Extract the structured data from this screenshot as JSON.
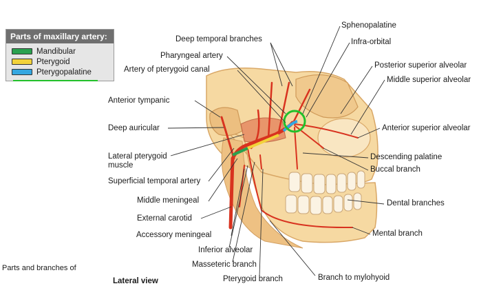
{
  "legend": {
    "title": "Parts of maxillary artery:",
    "items": [
      {
        "label": "Mandibular",
        "color": "#2aa14f"
      },
      {
        "label": "Pterygoid",
        "color": "#f2d23a"
      },
      {
        "label": "Pterygopalatine",
        "color": "#35a7e0"
      }
    ]
  },
  "labels": {
    "sphenopalatine": "Sphenopalatine",
    "deep_temporal": "Deep temporal branches",
    "infra_orbital": "Infra-orbital",
    "pharyngeal": "Pharyngeal artery",
    "posterior_superior_alveolar": "Posterior superior alveolar",
    "pterygoid_canal": "Artery of pterygoid canal",
    "middle_superior_alveolar": "Middle superior alveolar",
    "anterior_tympanic": "Anterior tympanic",
    "deep_auricular": "Deep auricular",
    "anterior_superior_alveolar": "Anterior superior alveolar",
    "lateral_pterygoid": "Lateral pterygoid muscle",
    "descending_palatine": "Descending palatine",
    "buccal": "Buccal branch",
    "superficial_temporal": "Superficial temporal artery",
    "middle_meningeal": "Middle meningeal",
    "dental": "Dental branches",
    "external_carotid": "External carotid",
    "accessory_meningeal": "Accessory meningeal",
    "mental": "Mental branch",
    "inferior_alveolar": "Inferior alveolar",
    "masseteric": "Masseteric branch",
    "pterygoid_branch": "Pterygoid branch",
    "mylohyoid": "Branch to mylohyoid"
  },
  "caption": "Parts and branches of",
  "view_title": "Lateral view",
  "colors": {
    "bone": "#f6d9a2",
    "bone_shadow": "#e9b676",
    "artery": "#d8321f",
    "highlight_ring": "#22c02a"
  }
}
